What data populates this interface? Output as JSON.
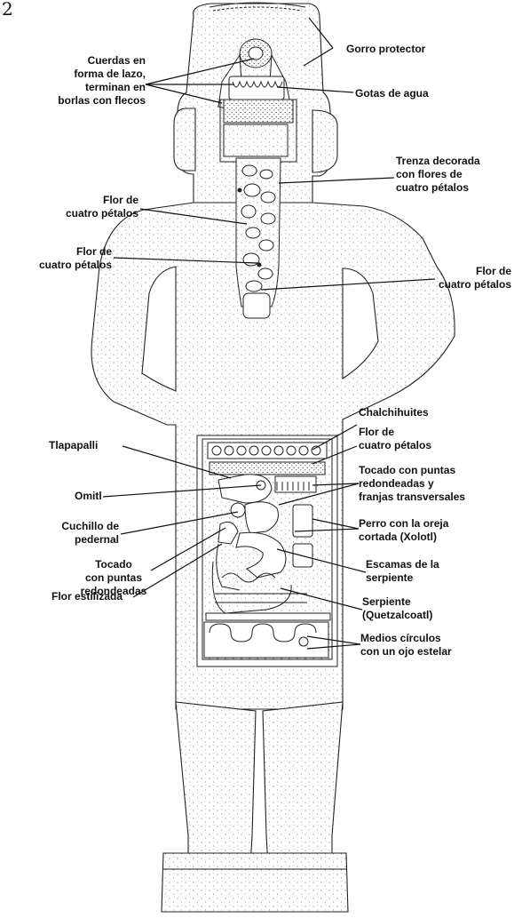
{
  "figure_number": "2",
  "labels": {
    "gorro_protector": "Gorro protector",
    "gotas_de_agua": "Gotas de agua",
    "cuerdas": "Cuerdas en\nforma de lazo,\nterminan en\nborlas con flecos",
    "trenza": "Trenza decorada\ncon flores de\ncuatro pétalos",
    "flor_1": "Flor de\ncuatro pétalos",
    "flor_2": "Flor de\ncuatro pétalos",
    "flor_3": "Flor de\ncuatro pétalos",
    "chalchihuites": "Chalchihuites",
    "flor_4": "Flor de\ncuatro pétalos",
    "tlapapalli": "Tlapapalli",
    "tocado_puntas_franjas": "Tocado con puntas\nredondeadas y\nfranjas transversales",
    "omitl": "Omitl",
    "cuchillo": "Cuchillo de\npedernal",
    "perro": "Perro con la oreja\ncortada (Xolotl)",
    "tocado_puntas": "Tocado\ncon puntas\nredondeadas",
    "escamas": "Escamas de la\nserpiente",
    "serpiente": "Serpiente\n(Quetzalcoatl)",
    "flor_estilizada": "Flor estilizada",
    "medios_circulos": "Medios círculos\ncon un ojo estelar"
  }
}
